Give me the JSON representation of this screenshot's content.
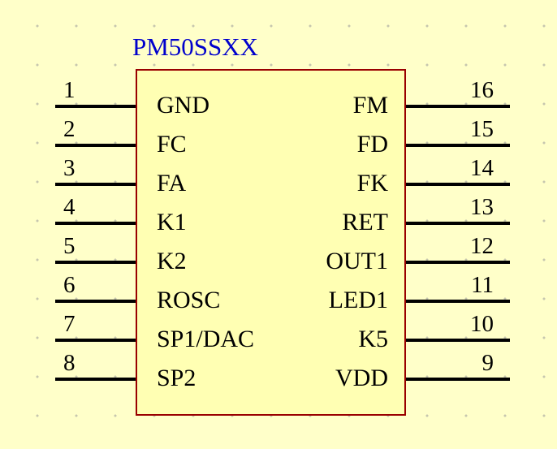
{
  "component": {
    "title": "PM50SSXX"
  },
  "pins": {
    "left": [
      {
        "number": "1",
        "label": "GND"
      },
      {
        "number": "2",
        "label": "FC"
      },
      {
        "number": "3",
        "label": "FA"
      },
      {
        "number": "4",
        "label": "K1"
      },
      {
        "number": "5",
        "label": "K2"
      },
      {
        "number": "6",
        "label": "ROSC"
      },
      {
        "number": "7",
        "label": "SP1/DAC"
      },
      {
        "number": "8",
        "label": "SP2"
      }
    ],
    "right": [
      {
        "number": "16",
        "label": "FM"
      },
      {
        "number": "15",
        "label": "FD"
      },
      {
        "number": "14",
        "label": "FK"
      },
      {
        "number": "13",
        "label": "RET"
      },
      {
        "number": "12",
        "label": "OUT1"
      },
      {
        "number": "11",
        "label": "LED1"
      },
      {
        "number": "10",
        "label": "K5"
      },
      {
        "number": "9",
        "label": "VDD"
      }
    ]
  },
  "colors": {
    "sheet_background": "#FFFFC9",
    "grid_dot": "#C6C6AE",
    "body_fill": "#FFFFB3",
    "body_border": "#990000",
    "title_text": "#0000CC",
    "pin_line": "#000000",
    "pin_text": "#000000"
  }
}
